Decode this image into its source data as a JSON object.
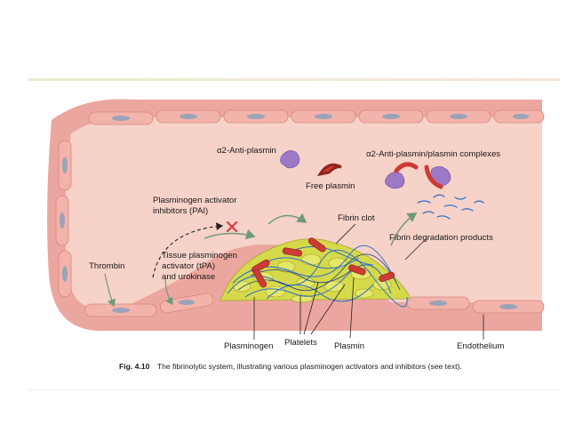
{
  "labels": {
    "antiplasmin": "α2-Anti-plasmin",
    "complexes": "α2-Anti-plasmin/plasmin complexes",
    "free_plasmin": "Free plasmin",
    "pai_line1": "Plasminogen activator",
    "pai_line2": "inhibitors (PAI)",
    "fibrin_clot": "Fibrin clot",
    "fdp": "Fibrin degradation products",
    "tpa_line1": "Tissue plasminogen",
    "tpa_line2": "activator (tPA)",
    "tpa_line3": "and urokinase",
    "thrombin": "Thrombin",
    "plasminogen": "Plasminogen",
    "platelets": "Platelets",
    "plasmin": "Plasmin",
    "endothelium": "Endothelium"
  },
  "caption": {
    "figure_number": "Fig. 4.10",
    "text": "The fibrinolytic system, illustrating various plasminogen activators and inhibitors (see text)."
  },
  "colors": {
    "vessel_wall": "#eba79f",
    "lumen": "#f6d2c8",
    "endothelial_cell": "#f2b3ab",
    "nucleus": "#9aa3b8",
    "platelet": "#d6d94a",
    "plasmin": "#cc3b34",
    "antiplasmin": "#9c79c6",
    "fibrin": "#2f6fc6",
    "inhibit_x": "#d8333a",
    "arrow": "#6f9a7a"
  }
}
